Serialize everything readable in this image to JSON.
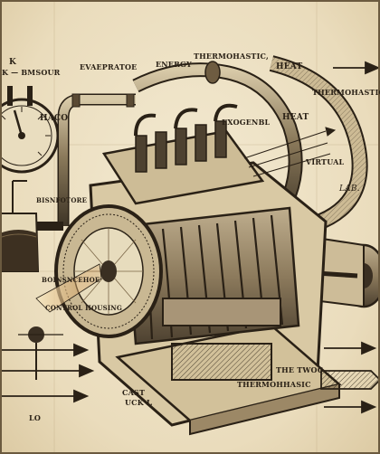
{
  "labels": {
    "k": "K",
    "left_top": "K — BMSOUR",
    "evaporatioe": "EVAEPRATOE",
    "energy": "ENERGY",
    "thermostatic_top": "THERMOHASTIC,",
    "heat_top": "HEAT",
    "thermo_right": "THERMOHASTIC,",
    "haco": "HACO",
    "exogenbl": "EXOGENBL",
    "heat_mid": "HEAT",
    "virtual": "VIRTUAL",
    "lab": "LAB.",
    "bisanfotore": "BISNFOTORE",
    "boisncehoe": "BOINSNCEHOE",
    "control_housing": "CONTROL HOUSING",
    "cast": "CAST",
    "uck": "UCK I.",
    "thermowoc": "THE TWOC",
    "thermosaic": "THERMOHHASIC",
    "lo": "LO"
  },
  "colors": {
    "ink": "#2a2116",
    "paper": "#efe4c8",
    "accent": "#c8843a"
  }
}
